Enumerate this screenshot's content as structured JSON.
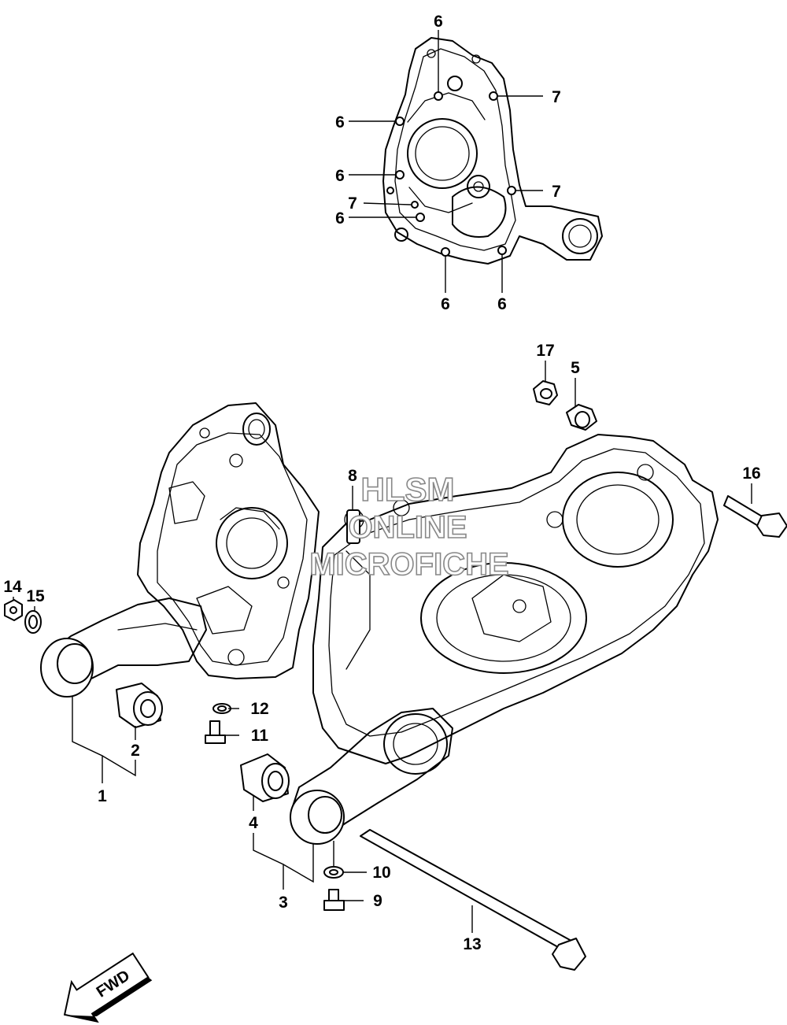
{
  "watermark": {
    "line1": "HLSM",
    "line2": "ONLINE",
    "line3": "MICROFICHE"
  },
  "direction_arrow": {
    "label": "FWD"
  },
  "callouts": {
    "c6a": "6",
    "c6b": "6",
    "c6c": "6",
    "c6d": "6",
    "c6e": "6",
    "c6f": "6",
    "c7a": "7",
    "c7b": "7",
    "c7c": "7",
    "c1": "1",
    "c2": "2",
    "c3": "3",
    "c4": "4",
    "c5": "5",
    "c8": "8",
    "c9": "9",
    "c10": "10",
    "c11": "11",
    "c12": "12",
    "c13": "13",
    "c14": "14",
    "c15": "15",
    "c16": "16",
    "c17": "17"
  },
  "parts": [
    "engine-cover",
    "crankcase-left",
    "crankcase-right",
    "engine-mount-arm-1",
    "engine-mount-arm-3",
    "bushing-2",
    "bushing-4",
    "bushing-5",
    "through-bolt-13",
    "bolt-16",
    "nut-17",
    "nut-14",
    "washer-15",
    "bolt-9",
    "washer-10",
    "bolt-11",
    "washer-12",
    "dowel-8",
    "screws-6",
    "dowels-7"
  ]
}
